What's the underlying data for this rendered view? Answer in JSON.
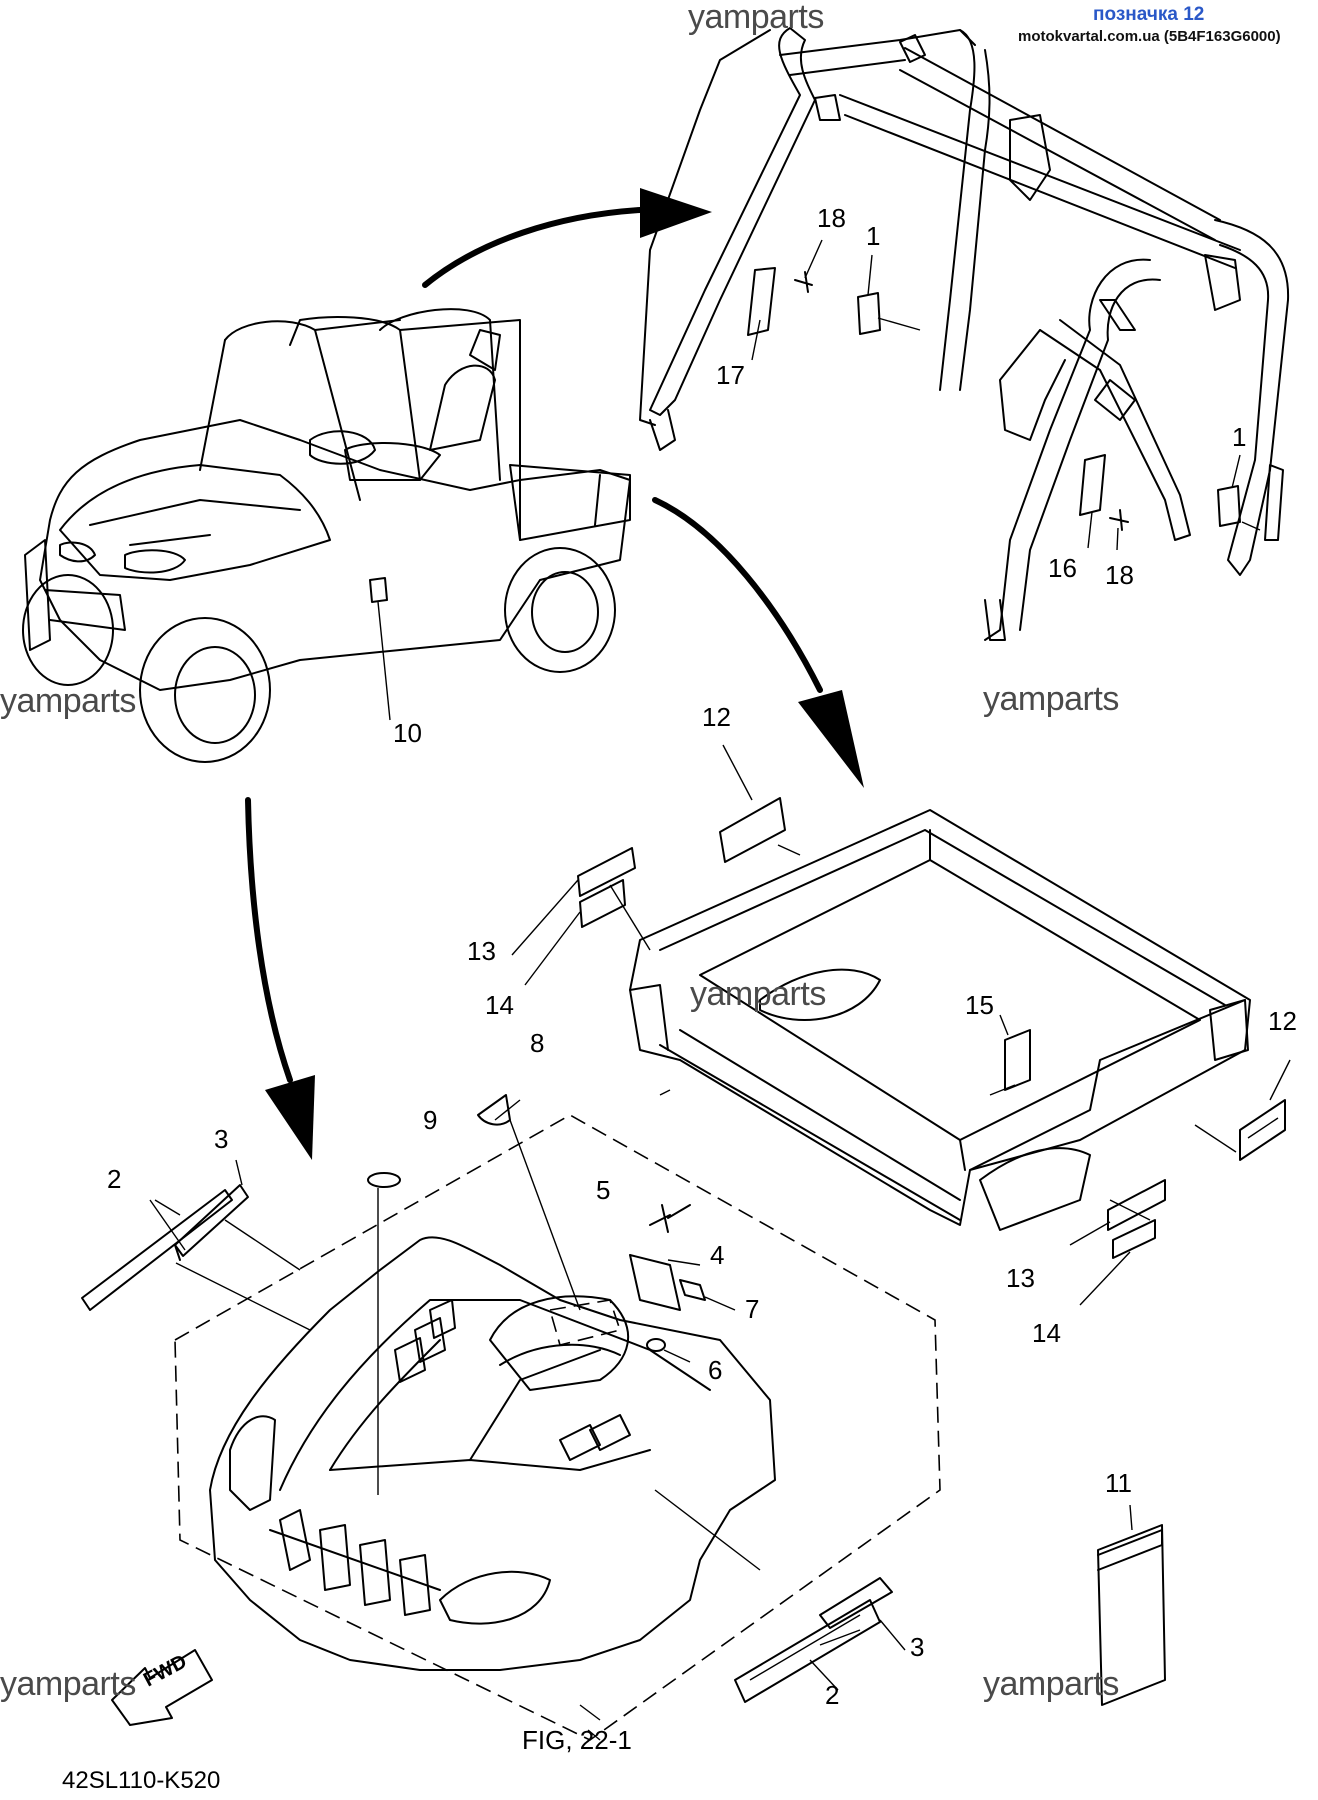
{
  "header": {
    "title": "позначка 12",
    "subtitle": "motokvartal.com.ua (5B4F163G6000)"
  },
  "watermark": "yamparts",
  "callouts": {
    "c1a": "1",
    "c1b": "1",
    "c2a": "2",
    "c2b": "2",
    "c3a": "3",
    "c3b": "3",
    "c4": "4",
    "c5": "5",
    "c6": "6",
    "c7": "7",
    "c8": "8",
    "c9": "9",
    "c10": "10",
    "c11": "11",
    "c12a": "12",
    "c12b": "12",
    "c13a": "13",
    "c13b": "13",
    "c14a": "14",
    "c14b": "14",
    "c15": "15",
    "c16": "16",
    "c17": "17",
    "c18a": "18",
    "c18b": "18"
  },
  "fwd_label": "FWD",
  "fig_reference": "FIG, 22-1",
  "diagram_code": "42SL110-K520"
}
